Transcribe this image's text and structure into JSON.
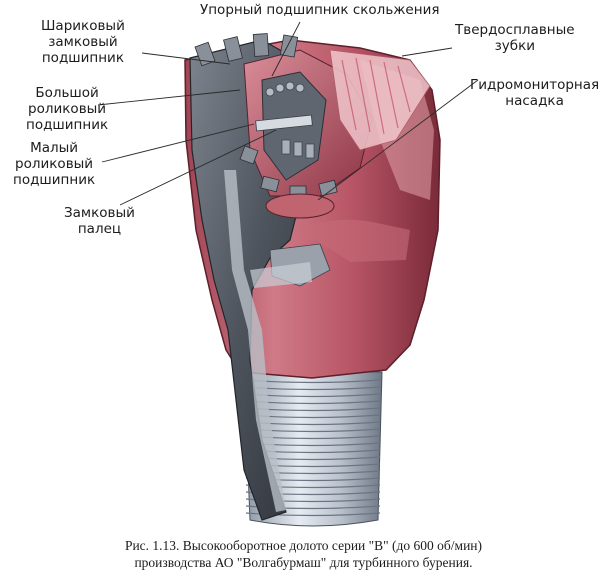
{
  "labels": {
    "thrust_bearing": "Упорный подшипник скольжения",
    "ball_bearing": "Шариковый\nзамковый\nподшипник",
    "large_roller": "Большой\nроликовый\nподшипник",
    "small_roller": "Малый\nроликовый\nподшипник",
    "locking_pin": "Замковый\nпалец",
    "carbide_teeth": "Твердосплавные\nзубки",
    "nozzle": "Гидромониторная\nнасадка"
  },
  "caption": {
    "line1": "Рис. 1.13. Высокооборотное долото серии \"В\" (до 600 об/мин)",
    "line2": "производства АО \"Волгабурмаш\" для турбинного бурения."
  }
}
